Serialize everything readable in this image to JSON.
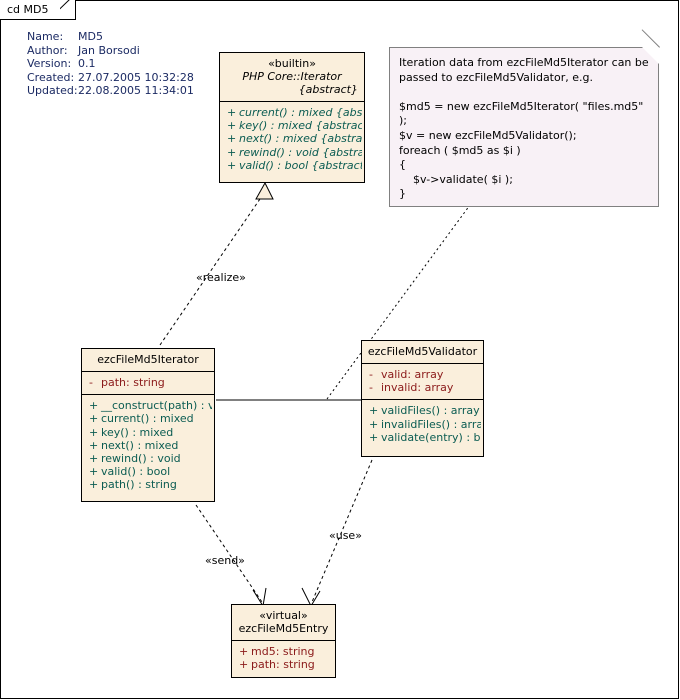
{
  "frame": {
    "tab_label": "cd MD5"
  },
  "metadata": {
    "rows": [
      {
        "key": "Name:",
        "value": "MD5"
      },
      {
        "key": "Author:",
        "value": "Jan Borsodi"
      },
      {
        "key": "Version:",
        "value": "0.1"
      },
      {
        "key": "Created:",
        "value": "27.07.2005 10:32:28"
      },
      {
        "key": "Updated:",
        "value": "22.08.2005 11:34:01"
      }
    ]
  },
  "classes": {
    "iterator_interface": {
      "stereotype": "«builtin»",
      "name": "PHP Core::Iterator",
      "abstract_tag": "{abstract}",
      "attributes": [],
      "operations": [
        {
          "vis": "+",
          "text": "current() : mixed {abstract}"
        },
        {
          "vis": "+",
          "text": "key() : mixed {abstract}"
        },
        {
          "vis": "+",
          "text": "next() : mixed {abstract}"
        },
        {
          "vis": "+",
          "text": "rewind() : void {abstract}"
        },
        {
          "vis": "+",
          "text": "valid() : bool {abstract}"
        }
      ]
    },
    "md5_iterator": {
      "stereotype": "",
      "name": "ezcFileMd5Iterator",
      "abstract_tag": "",
      "attributes": [
        {
          "vis": "-",
          "text": "path: string"
        }
      ],
      "operations": [
        {
          "vis": "+",
          "text": "__construct(path) : void"
        },
        {
          "vis": "+",
          "text": "current() : mixed"
        },
        {
          "vis": "+",
          "text": "key() : mixed"
        },
        {
          "vis": "+",
          "text": "next() : mixed"
        },
        {
          "vis": "+",
          "text": "rewind() : void"
        },
        {
          "vis": "+",
          "text": "valid() : bool"
        },
        {
          "vis": "+",
          "text": "path() : string"
        }
      ]
    },
    "md5_validator": {
      "stereotype": "",
      "name": "ezcFileMd5Validator",
      "abstract_tag": "",
      "attributes": [
        {
          "vis": "-",
          "text": "valid:  array"
        },
        {
          "vis": "-",
          "text": "invalid:  array"
        }
      ],
      "operations": [
        {
          "vis": "+",
          "text": "validFiles() : array"
        },
        {
          "vis": "+",
          "text": "invalidFiles() : array"
        },
        {
          "vis": "+",
          "text": "validate(entry) : bool"
        }
      ]
    },
    "md5_entry": {
      "stereotype": "«virtual»",
      "name": "ezcFileMd5Entry",
      "abstract_tag": "",
      "attributes": [
        {
          "vis": "+",
          "text": "md5: string"
        },
        {
          "vis": "+",
          "text": "path: string"
        }
      ],
      "operations": []
    }
  },
  "note": {
    "text": "Iteration data from ezcFileMd5Iterator can be passed to ezcFileMd5Validator, e.g.\n\n$md5 = new ezcFileMd5Iterator( \"files.md5\" );\n$v = new ezcFileMd5Validator();\nforeach ( $md5 as $i )\n{\n    $v->validate( $i );\n}"
  },
  "connectors": [
    {
      "label": "«realize»"
    },
    {
      "label": "«send»"
    },
    {
      "label": "«use»"
    }
  ],
  "colors": {
    "class_fill": "#FAEFDC",
    "note_fill": "#F8F1F6",
    "attribute_text": "#8B1A1A",
    "operation_text": "#0B5C52",
    "metadata_text": "#1B2A63",
    "border": "#000000",
    "shadow": "#B3B3B3"
  }
}
